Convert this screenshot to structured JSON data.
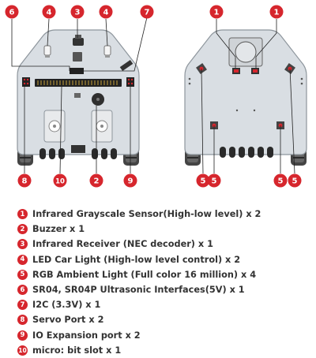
{
  "colors": {
    "accent": "#d6262d",
    "board": "#d9dee3",
    "board_edge": "#8e969d",
    "text": "#333333",
    "wheel": "#444444"
  },
  "front_callouts": [
    "6",
    "4",
    "3",
    "4",
    "7",
    "8",
    "10",
    "2",
    "9"
  ],
  "back_callouts": [
    "1",
    "1",
    "5",
    "5",
    "5",
    "5"
  ],
  "legend": [
    {
      "num": "1",
      "text": "Infrared Grayscale Sensor(High-low level) x 2"
    },
    {
      "num": "2",
      "text": "Buzzer x 1"
    },
    {
      "num": "3",
      "text": "Infrared Receiver (NEC decoder) x 1"
    },
    {
      "num": "4",
      "text": "LED Car Light (High-low level control) x 2"
    },
    {
      "num": "5",
      "text": "RGB Ambient Light (Full color 16 million) x 4"
    },
    {
      "num": "6",
      "text": "SR04, SR04P Ultrasonic Interfaces(5V) x 1"
    },
    {
      "num": "7",
      "text": "I2C (3.3V) x 1"
    },
    {
      "num": "8",
      "text": "Servo Port x 2"
    },
    {
      "num": "9",
      "text": "IO Expansion port x 2"
    },
    {
      "num": "10",
      "text": "micro: bit slot x 1"
    }
  ]
}
